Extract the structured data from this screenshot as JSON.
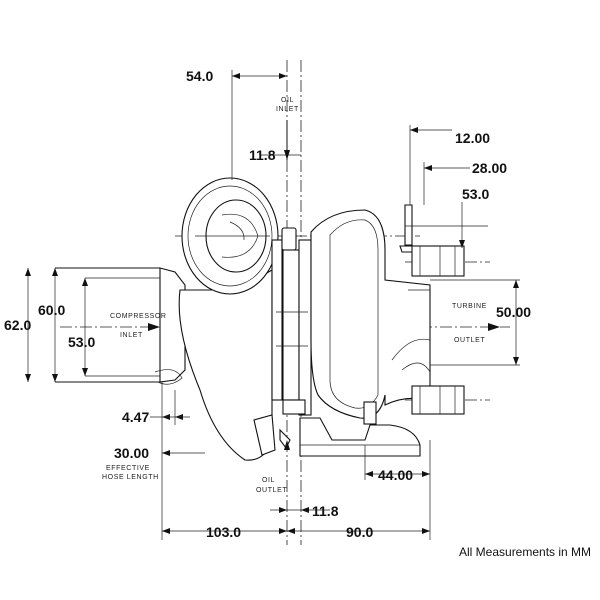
{
  "dimensions": {
    "d54_0": "54.0",
    "d12_00": "12.00",
    "d28_00": "28.00",
    "d53_0_top": "53.0",
    "d11_8_top": "11.8",
    "d60_0": "60.0",
    "d62_0": "62.0",
    "d53_0_left": "53.0",
    "d50_00": "50.00",
    "d4_47": "4.47",
    "d30_00": "30.00",
    "d44_00": "44.00",
    "d11_8_bottom": "11.8",
    "d103_0": "103.0",
    "d90_0": "90.0"
  },
  "labels": {
    "oil_inlet_1": "OIL",
    "oil_inlet_2": "INLET",
    "compressor_inlet_1": "COMPRESSOR",
    "compressor_inlet_2": "INLET",
    "turbine_outlet_1": "TURBINE",
    "turbine_outlet_2": "OUTLET",
    "oil_outlet_1": "OIL",
    "oil_outlet_2": "OUTLET",
    "effective_hose_1": "EFFECTIVE",
    "effective_hose_2": "HOSE LENGTH"
  },
  "footer": {
    "note": "All Measurements in MM"
  }
}
